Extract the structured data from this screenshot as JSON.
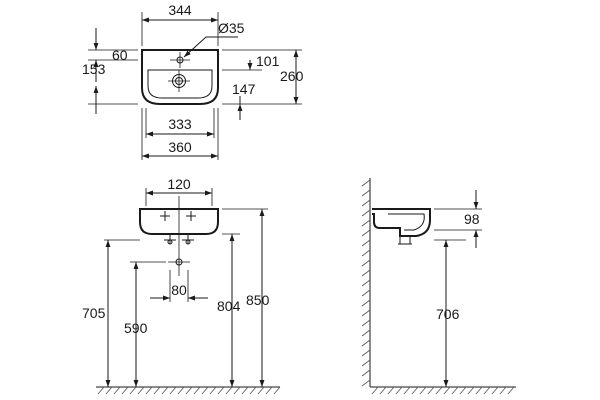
{
  "top_view": {
    "width_top": "344",
    "hole_diameter": "Ø35",
    "left_depth_small": "60",
    "left_depth": "153",
    "right_depth_small": "101",
    "right_depth": "260",
    "right_lower": "147",
    "inner_width": "333",
    "outer_width": "360"
  },
  "front_view": {
    "hole_spacing": "120",
    "trap_offset": "80",
    "height_trap": "705",
    "height_outlet": "590",
    "height_bottom": "804",
    "height_top": "850"
  },
  "side_view": {
    "basin_depth": "98",
    "height_side": "706"
  },
  "colors": {
    "line": "#1a1a1a",
    "background": "#ffffff"
  }
}
